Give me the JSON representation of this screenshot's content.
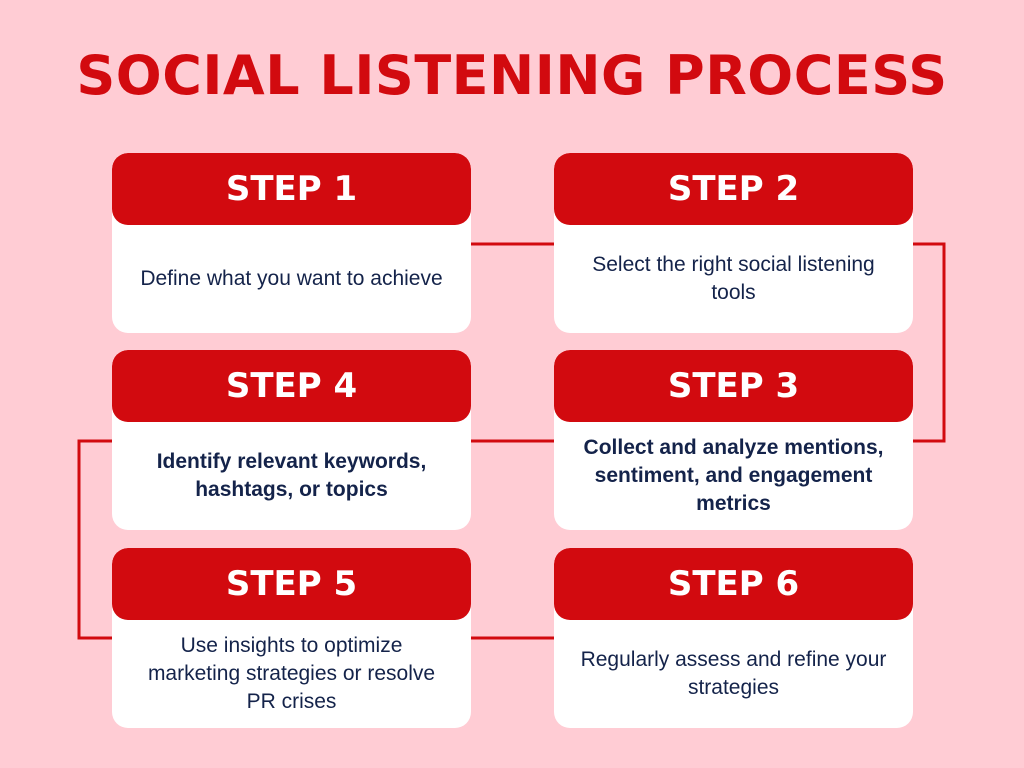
{
  "title": "SOCIAL LISTENING PROCESS",
  "colors": {
    "background": "#ffccd4",
    "accent": "#d20a0f",
    "card": "#ffffff",
    "body_text": "#14234a"
  },
  "steps": [
    {
      "label": "STEP 1",
      "text": "Define what you want to achieve"
    },
    {
      "label": "STEP 2",
      "text": "Select the right social listening tools"
    },
    {
      "label": "STEP 3",
      "text": "Collect and analyze mentions, sentiment, and engagement metrics"
    },
    {
      "label": "STEP 4",
      "text": "Identify relevant keywords, hashtags, or topics"
    },
    {
      "label": "STEP 5",
      "text": "Use insights to optimize marketing strategies or resolve PR crises"
    },
    {
      "label": "STEP 6",
      "text": "Regularly assess and refine your strategies"
    }
  ]
}
